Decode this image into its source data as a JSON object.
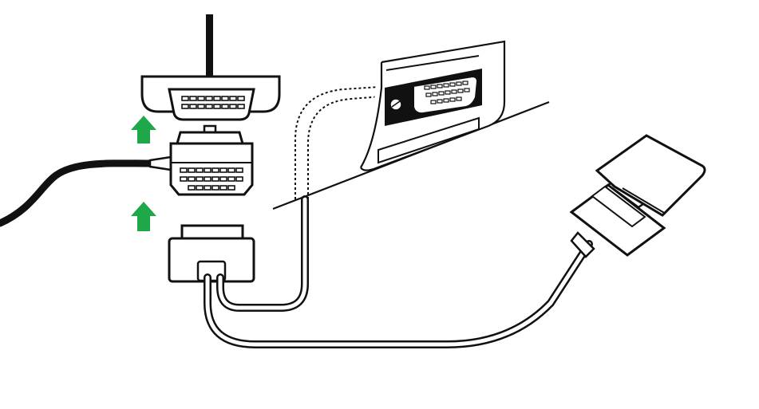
{
  "diagram": {
    "type": "installation-illustration",
    "colors": {
      "background": "#ffffff",
      "line": "#111111",
      "arrow": "#1fa84a",
      "port_panel": "#111111"
    },
    "icons": {
      "step_arrow": "up-arrow-icon",
      "screw": "screw-icon"
    },
    "parts": [
      "vehicle-obd-port",
      "device-obd-plug",
      "y-splitter-cable",
      "splitter-female-socket",
      "splitter-male-plug",
      "device-harness-cable",
      "dashboard-panel"
    ]
  }
}
